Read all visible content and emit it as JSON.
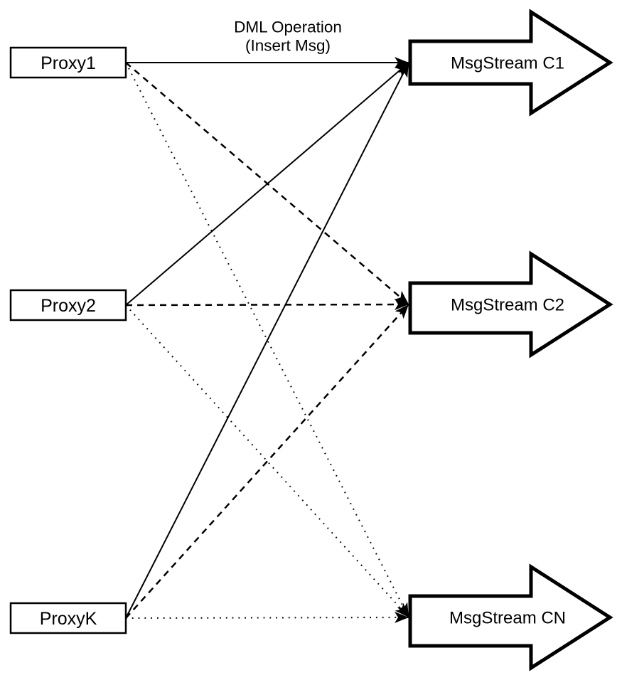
{
  "title": {
    "line1": "DML Operation",
    "line2": "(Insert Msg)"
  },
  "proxies": [
    {
      "id": "proxy1",
      "label": "Proxy1"
    },
    {
      "id": "proxy2",
      "label": "Proxy2"
    },
    {
      "id": "proxyk",
      "label": "ProxyK"
    }
  ],
  "streams": [
    {
      "id": "c1",
      "label": "MsgStream C1"
    },
    {
      "id": "c2",
      "label": "MsgStream C2"
    },
    {
      "id": "cn",
      "label": "MsgStream CN"
    }
  ],
  "edges": [
    {
      "from": "proxy1",
      "to": "c1",
      "style": "solid"
    },
    {
      "from": "proxy2",
      "to": "c1",
      "style": "solid"
    },
    {
      "from": "proxyk",
      "to": "c1",
      "style": "solid"
    },
    {
      "from": "proxy1",
      "to": "c2",
      "style": "dashed"
    },
    {
      "from": "proxy2",
      "to": "c2",
      "style": "dashed"
    },
    {
      "from": "proxyk",
      "to": "c2",
      "style": "dashed"
    },
    {
      "from": "proxy1",
      "to": "cn",
      "style": "dotted"
    },
    {
      "from": "proxy2",
      "to": "cn",
      "style": "dotted"
    },
    {
      "from": "proxyk",
      "to": "cn",
      "style": "dotted"
    }
  ],
  "colors": {
    "stroke": "#000000",
    "fill": "#ffffff"
  }
}
